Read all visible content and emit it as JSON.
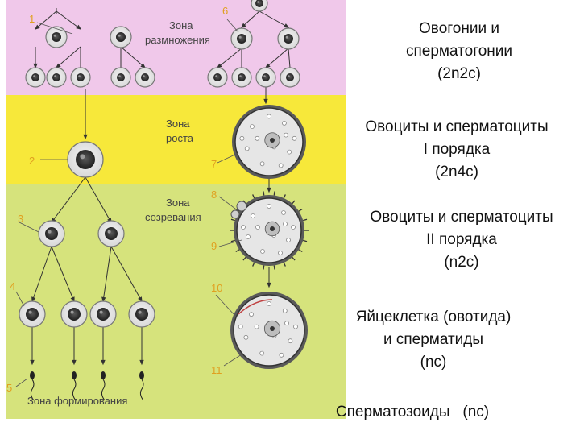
{
  "diagram": {
    "zones": {
      "reproduction": "Зона\nразмножения",
      "growth": "Зона\nроста",
      "maturation": "Зона\nсозревания",
      "formation": "Зона формирования"
    },
    "numbers": [
      "1",
      "2",
      "3",
      "4",
      "5",
      "6",
      "7",
      "8",
      "9",
      "10",
      "11"
    ],
    "colors": {
      "reproduction_zone": "#f0c8ea",
      "growth_zone": "#f7e83a",
      "maturation_zone": "#d6e37c"
    }
  },
  "captions": [
    "Овогонии и\nсперматогонии\n(2n2c)",
    "Овоциты и сперматоциты\nI порядка\n(2n4c)",
    "Овоциты и сперматоциты\nII порядка\n(n2c)",
    "Яйцеклетка (овотида)\nи сперматиды\n(nc)",
    "Сперматозоиды   (nc)"
  ]
}
